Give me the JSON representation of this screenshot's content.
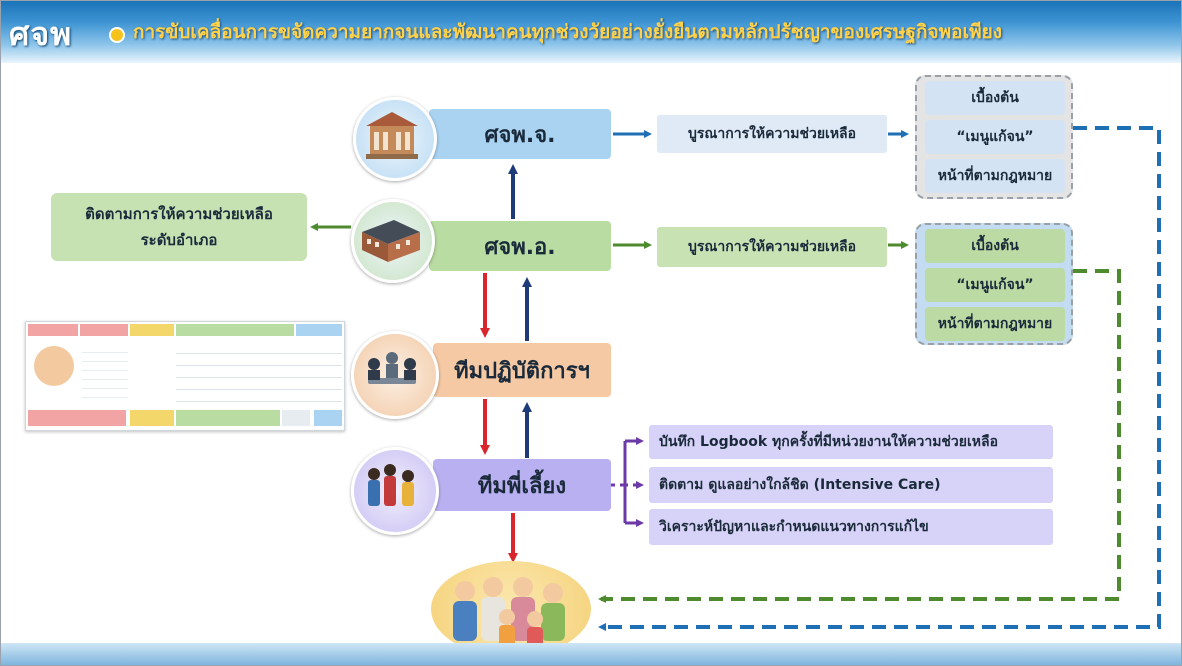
{
  "header": {
    "logo": "ศจพ",
    "title": "การขับเคลื่อนการขจัดความยากจนและพัฒนาคนทุกช่วงวัยอย่างยั่งยืนตามหลักปรัชญาของเศรษฐกิจพอเพียง"
  },
  "nodes": {
    "province": "ศจพ.จ.",
    "district": "ศจพ.อ.",
    "ops_team": "ทีมปฏิบัติการฯ",
    "mentor_team": "ทีมพี่เลี้ยง"
  },
  "province_action": "บูรณาการให้ความช่วยเหลือ",
  "district_action": "บูรณาการให้ความช่วยเหลือ",
  "district_followup": {
    "line1": "ติดตามการให้ความช่วยเหลือ",
    "line2": "ระดับอำเภอ"
  },
  "province_menu": [
    "เบื้องต้น",
    "“เมนูแก้จน”",
    "หน้าที่ตามกฎหมาย"
  ],
  "district_menu": [
    "เบื้องต้น",
    "“เมนูแก้จน”",
    "หน้าที่ตามกฎหมาย"
  ],
  "mentor_tasks": [
    "บันทึก Logbook ทุกครั้งที่มีหน่วยงานให้ความช่วยเหลือ",
    "ติดตาม ดูแลอย่างใกล้ชิด (Intensive Care)",
    "วิเคราะห์ปัญหาและกำหนดแนวทางการแก้ไข"
  ],
  "colors": {
    "blue_arrow": "#1f6fb5",
    "green_arrow": "#4e8a2e",
    "red_arrow": "#d9262c",
    "navy_arrow": "#1c3b78",
    "purple_arrow": "#6b3aa6"
  },
  "icons": {
    "province": "government-building-icon",
    "district": "office-building-icon",
    "ops_team": "meeting-team-icon",
    "mentor_team": "people-group-icon",
    "family": "family-icon"
  }
}
